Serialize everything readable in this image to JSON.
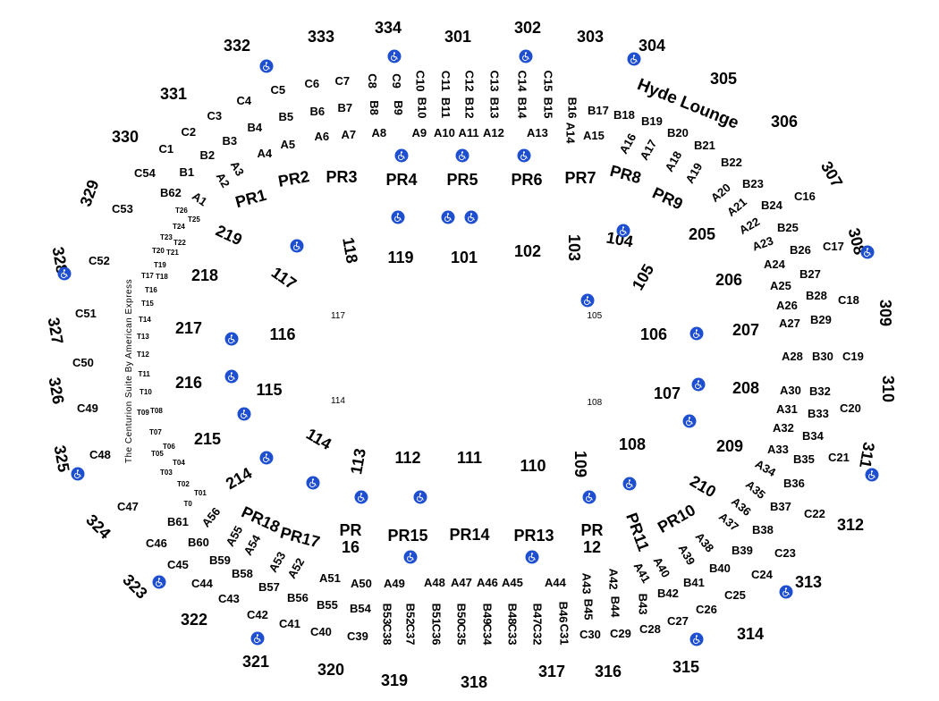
{
  "colors": {
    "accessible_badge": "#1f4fd1",
    "label_text": "#000000",
    "background": "#ffffff"
  },
  "map": {
    "sections_300": [
      "332",
      "333",
      "334",
      "301",
      "302",
      "303",
      "304",
      "305",
      "306",
      "307",
      "308",
      "309",
      "310",
      "311",
      "312",
      "313",
      "314",
      "315",
      "316",
      "317",
      "318",
      "319",
      "320",
      "321",
      "322",
      "323",
      "324",
      "325",
      "326",
      "327",
      "328",
      "329",
      "330",
      "331"
    ],
    "sections_200": [
      "219",
      "218",
      "217",
      "216",
      "215",
      "214",
      "210",
      "209",
      "208",
      "207",
      "206",
      "205"
    ],
    "sections_100": [
      "117",
      "118",
      "119",
      "101",
      "102",
      "103",
      "104",
      "105",
      "106",
      "107",
      "108",
      "109",
      "110",
      "111",
      "112",
      "113",
      "114",
      "115",
      "116"
    ],
    "floor_labels": [
      "117",
      "105",
      "114",
      "108"
    ],
    "premium": [
      "PR1",
      "PR2",
      "PR3",
      "PR4",
      "PR5",
      "PR6",
      "PR7",
      "PR8",
      "PR9",
      "PR10",
      "PR11",
      "PR\n12",
      "PR13",
      "PR14",
      "PR15",
      "PR\n16",
      "PR17",
      "PR18"
    ],
    "lounge": "Hyde Lounge",
    "suite": "The Centurion Suite By American Express",
    "loges_c": [
      "C1",
      "C2",
      "C3",
      "C4",
      "C5",
      "C6",
      "C7",
      "C8",
      "C9",
      "C10",
      "C11",
      "C12",
      "C13",
      "C14",
      "C15",
      "C16",
      "C17",
      "C18",
      "C19",
      "C20",
      "C21",
      "C22",
      "C23",
      "C24",
      "C25",
      "C26",
      "C27",
      "C28",
      "C29",
      "C30",
      "C31",
      "C32",
      "C33",
      "C34",
      "C35",
      "C36",
      "C37",
      "C38",
      "C39",
      "C40",
      "C41",
      "C42",
      "C43",
      "C44",
      "C45",
      "C46",
      "C47",
      "C48",
      "C49",
      "C50",
      "C51",
      "C52",
      "C53",
      "C54"
    ],
    "loges_b": [
      "B1",
      "B2",
      "B3",
      "B4",
      "B5",
      "B6",
      "B7",
      "B8",
      "B9",
      "B10",
      "B11",
      "B12",
      "B13",
      "B14",
      "B15",
      "B16",
      "B17",
      "B18",
      "B19",
      "B20",
      "B21",
      "B22",
      "B23",
      "B24",
      "B25",
      "B26",
      "B27",
      "B28",
      "B29",
      "B30",
      "B32",
      "B33",
      "B34",
      "B35",
      "B36",
      "B37",
      "B38",
      "B39",
      "B40",
      "B41",
      "B42",
      "B43",
      "B44",
      "B45",
      "B46",
      "B47",
      "B48",
      "B49",
      "B50",
      "B51",
      "B52",
      "B53",
      "B54",
      "B55",
      "B56",
      "B57",
      "B58",
      "B59",
      "B60",
      "B61",
      "B62"
    ],
    "loges_a": [
      "A1",
      "A2",
      "A3",
      "A4",
      "A5",
      "A6",
      "A7",
      "A8",
      "A9",
      "A10",
      "A11",
      "A12",
      "A13",
      "A14",
      "A15",
      "A16",
      "A17",
      "A18",
      "A19",
      "A20",
      "A21",
      "A22",
      "A23",
      "A24",
      "A25",
      "A26",
      "A27",
      "A28",
      "A30",
      "A31",
      "A32",
      "A33",
      "A34",
      "A35",
      "A36",
      "A37",
      "A38",
      "A39",
      "A40",
      "A41",
      "A42",
      "A43",
      "A44",
      "A45",
      "A46",
      "A47",
      "A48",
      "A49",
      "A50",
      "A51",
      "A52",
      "A53",
      "A54",
      "A55",
      "A56"
    ],
    "boxes_t": [
      "T26",
      "T25",
      "T24",
      "T23",
      "T22",
      "T21",
      "T20",
      "T19",
      "T18",
      "T17",
      "T16",
      "T15",
      "T14",
      "T13",
      "T12",
      "T11",
      "T10",
      "T09",
      "T08",
      "T07",
      "T06",
      "T05",
      "T04",
      "T03",
      "T02",
      "T01",
      "T0"
    ]
  }
}
